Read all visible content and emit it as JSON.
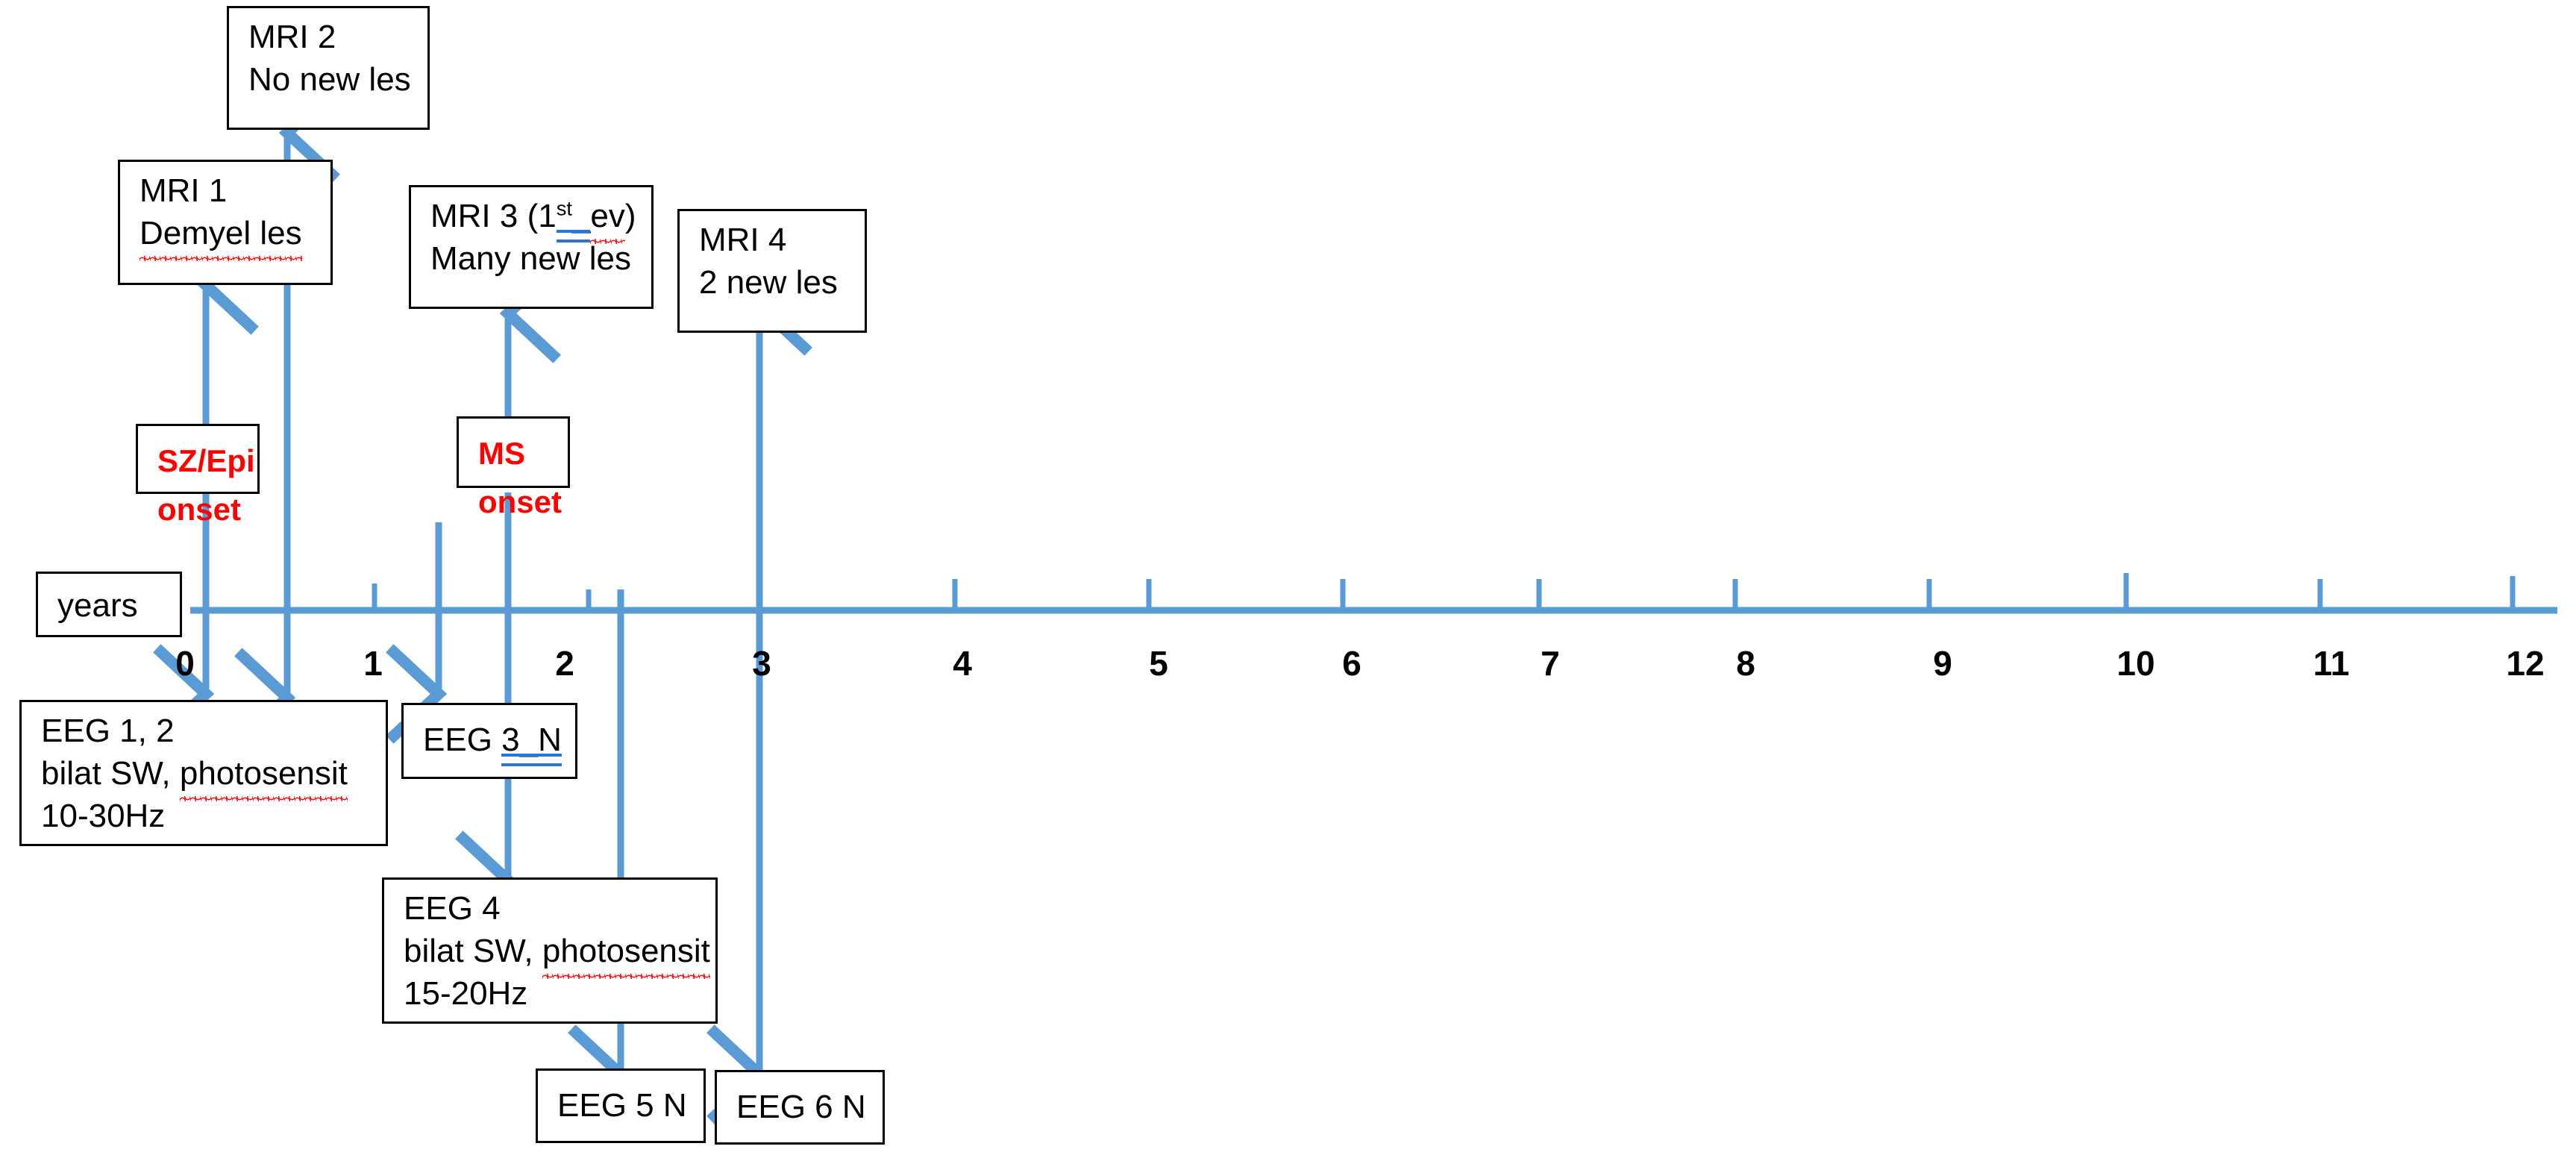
{
  "diagram": {
    "title": "Clinical timeline of MRI and EEG findings",
    "accent_blue": "#5B9BD5",
    "onset_red": "#FF0000",
    "box_border": "#000000",
    "grammar_underline": "#2E74D7",
    "spelling_underline": "#FF0000"
  },
  "axis": {
    "unit_label": "years",
    "ticks": [
      {
        "label": "0",
        "value": 0
      },
      {
        "label": "1",
        "value": 1
      },
      {
        "label": "2",
        "value": 2
      },
      {
        "label": "3",
        "value": 3
      },
      {
        "label": "4",
        "value": 4
      },
      {
        "label": "5",
        "value": 5
      },
      {
        "label": "6",
        "value": 6
      },
      {
        "label": "7",
        "value": 7
      },
      {
        "label": "8",
        "value": 8
      },
      {
        "label": "9",
        "value": 9
      },
      {
        "label": "10",
        "value": 10
      },
      {
        "label": "11",
        "value": 11
      },
      {
        "label": "12",
        "value": 12
      }
    ]
  },
  "events": {
    "mri1": {
      "line1": "MRI 1",
      "line2": "Demyel les"
    },
    "mri2": {
      "line1": "MRI 2",
      "line2": "No new les"
    },
    "mri3": {
      "line1_a": "MRI 3 (1",
      "line1_sup": "st",
      "line1_b": "_",
      "line1_c": "ev",
      "line1_d": ")",
      "line2": "Many new les"
    },
    "mri4": {
      "line1": "MRI 4",
      "line2": "2 new les"
    },
    "sz_onset": {
      "line1": "SZ/Epi",
      "line2": "onset"
    },
    "ms_onset": {
      "line1": "MS",
      "line2": "onset"
    },
    "eeg12": {
      "line1": "EEG 1, 2",
      "line2_a": "bilat SW, ",
      "line2_b": "photosensit",
      "line3": "10-30Hz"
    },
    "eeg3": {
      "line1_a": "EEG ",
      "line1_b": "3_N"
    },
    "eeg4": {
      "line1": "EEG 4",
      "line2_a": "bilat SW, ",
      "line2_b": "photosensit",
      "line3": "15-20Hz"
    },
    "eeg5": {
      "line1": "EEG 5 N"
    },
    "eeg6": {
      "line1": "EEG 6 N"
    }
  }
}
